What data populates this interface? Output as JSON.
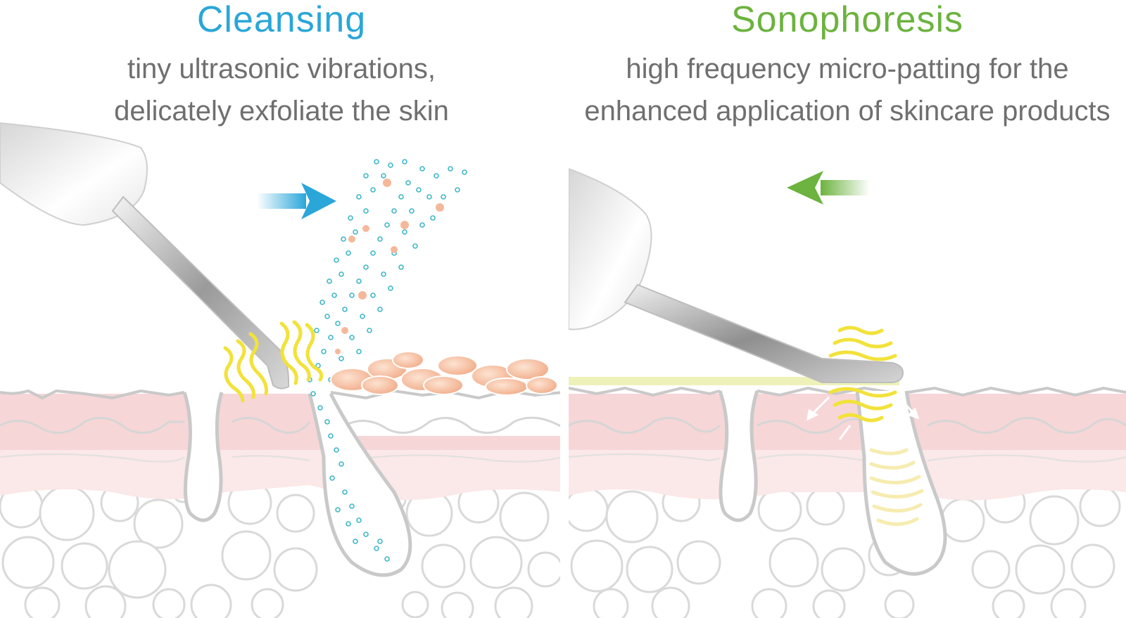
{
  "panels": [
    {
      "title": "Cleansing",
      "subtitle_lines": [
        "tiny ultrasonic vibrations,",
        "delicately exfoliate the skin"
      ],
      "title_color": "#2aa6d9",
      "arrow_direction": "right",
      "arrow_color": "#2aa6d9"
    },
    {
      "title": "Sonophoresis",
      "subtitle_lines": [
        "high frequency micro-patting for the",
        "enhanced application of skincare products"
      ],
      "title_color": "#6cb33f",
      "arrow_direction": "left",
      "arrow_color": "#6cb33f"
    }
  ],
  "colors": {
    "skin_surface": "#f7d6d8",
    "skin_deep": "#fbe6e6",
    "skin_outline": "#c9c9c9",
    "fat_cells": "#d9d9d9",
    "vibration": "#f2e23a",
    "mist": "#3fb7c9",
    "debris": "#f4b99a",
    "serum_layer": "#eef2b8"
  },
  "icons": {
    "device": "ultrasonic-spatula-icon",
    "flow_arrow": "arrow-icon",
    "vibration": "vibration-wave-icon"
  }
}
